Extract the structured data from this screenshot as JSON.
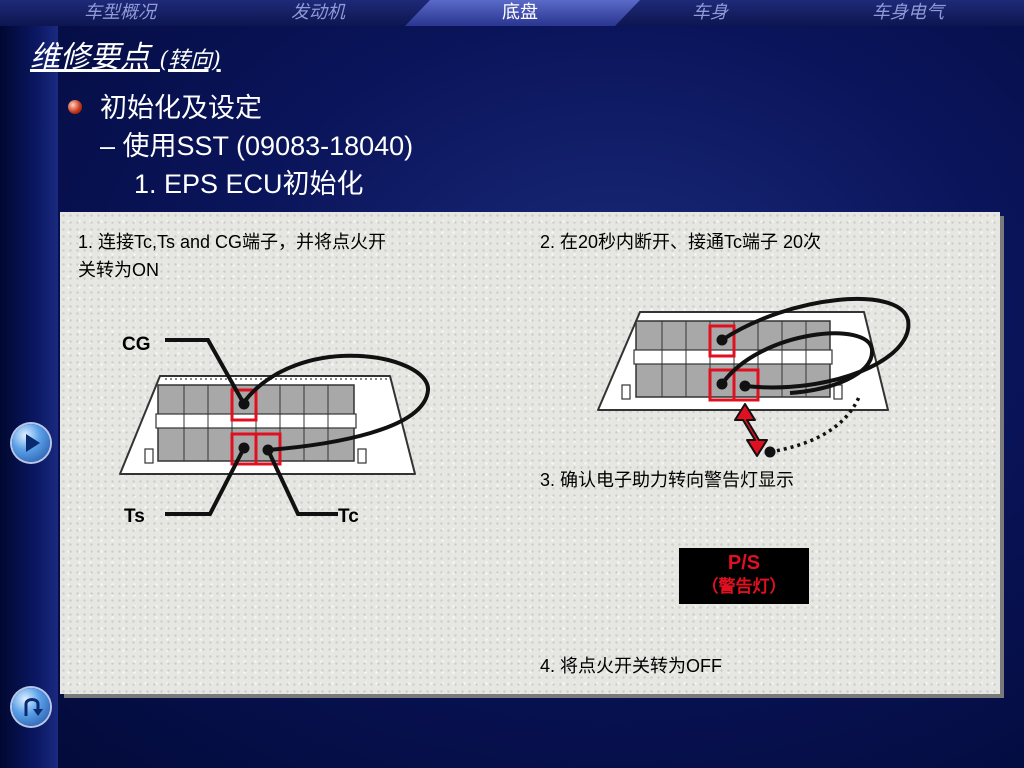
{
  "nav": {
    "items": [
      {
        "label": "车型概况"
      },
      {
        "label": "发动机"
      },
      {
        "label": "底盘"
      },
      {
        "label": "车身"
      },
      {
        "label": "车身电气"
      }
    ],
    "active_index": 2
  },
  "page": {
    "title": "维修要点",
    "title_paren": "(转向)"
  },
  "content": {
    "bullet": "初始化及设定",
    "sub": "– 使用SST (09083-18040)",
    "sub2": "1. EPS ECU初始化"
  },
  "steps": {
    "s1_line1": "1. 连接Tc,Ts and CG端子，并将点火开",
    "s1_line2": "关转为ON",
    "s2": "2. 在20秒内断开、接通Tc端子  20次",
    "s3": "3. 确认电子助力转向警告灯显示",
    "s4": "4. 将点火开关转为OFF"
  },
  "diagram": {
    "label_cg": "CG",
    "label_ts": "Ts",
    "label_tc": "Tc"
  },
  "warning_lamp": {
    "line1": "P/S",
    "line2": "（警告灯）"
  },
  "side_buttons": [
    {
      "icon": "play-arrow-icon"
    },
    {
      "icon": "return-arrow-icon"
    }
  ],
  "colors": {
    "background": "#0a145a",
    "panel": "#e6e6e2",
    "highlight": "#e01020"
  }
}
